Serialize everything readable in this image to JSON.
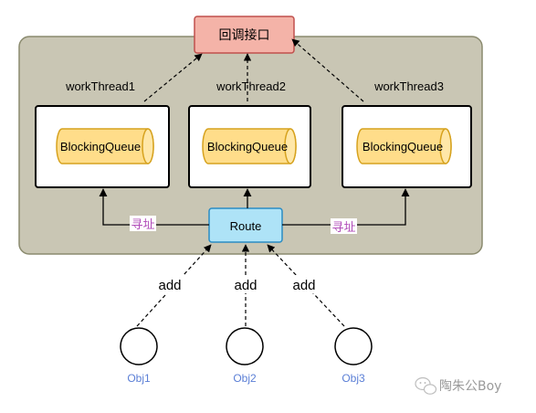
{
  "callback": {
    "label": "回调接口"
  },
  "workers": [
    {
      "name": "workThread1",
      "queue": "BlockingQueue"
    },
    {
      "name": "workThread2",
      "queue": "BlockingQueue"
    },
    {
      "name": "workThread3",
      "queue": "BlockingQueue"
    }
  ],
  "route": {
    "label": "Route"
  },
  "address_labels": [
    "寻址",
    "寻址"
  ],
  "add_labels": [
    "add",
    "add",
    "add"
  ],
  "objects": [
    "Obj1",
    "Obj2",
    "Obj3"
  ],
  "watermark": {
    "text": "陶朱公Boy",
    "icon": "wechat-icon"
  },
  "colors": {
    "container_fill": "#c9c6b4",
    "callback_fill": "#f4b3a8",
    "route_fill": "#aee3f7",
    "queue_fill": "#ffdd8a",
    "object_label": "#5b7fd6",
    "address_label": "#b04bb8"
  }
}
